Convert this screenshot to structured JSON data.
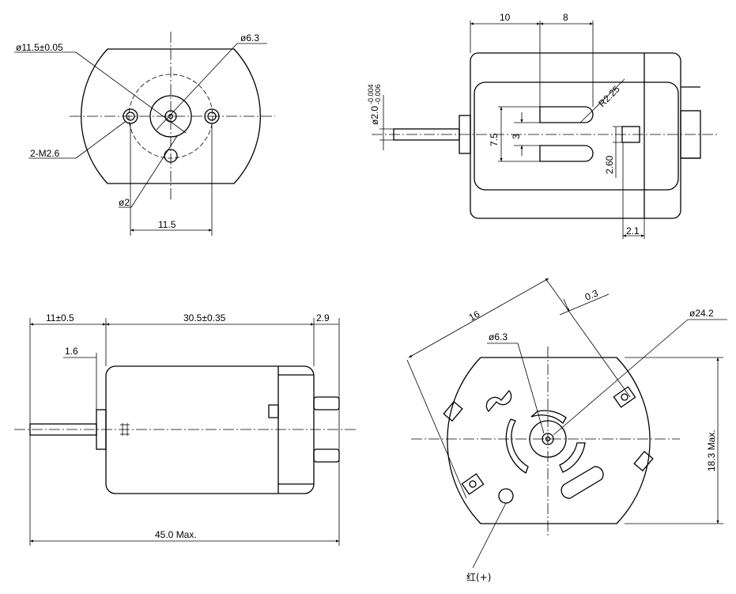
{
  "top_left": {
    "housing_diameter": "ø11.5±0.05",
    "shaft_diameter": "ø6.3",
    "mount_holes": "2-M2.6",
    "small_hole": "ø2",
    "hole_spacing": "11.5"
  },
  "top_right": {
    "dim_10": "10",
    "dim_8": "8",
    "shaft_diameter": "ø2.0",
    "shaft_tol_upper": "-0.004",
    "shaft_tol_lower": "-0.006",
    "radius": "R2.25",
    "dim_7_5": "7.5",
    "dim_3": "3",
    "dim_2_60": "2.60",
    "dim_2_1": "2.1"
  },
  "bottom_left": {
    "shaft_length": "11±0.5",
    "body_length": "30.5±0.35",
    "terminal_length": "2.9",
    "collar": "1.6",
    "overall_length": "45.0  Max."
  },
  "bottom_right": {
    "dim_16": "16",
    "dim_0_3": "0.3",
    "boss_diameter": "ø6.3",
    "endcap_diameter": "ø24.2",
    "height": "18.3  Max.",
    "polarity_mark": "红(+)"
  }
}
